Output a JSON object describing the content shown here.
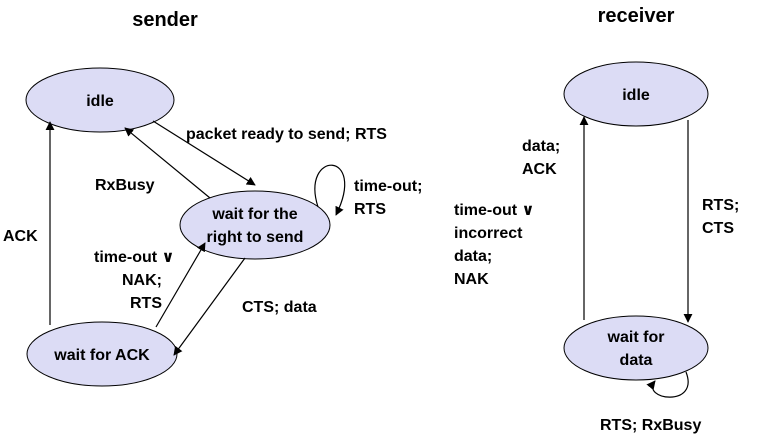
{
  "sender": {
    "title": "sender",
    "states": {
      "idle": "idle",
      "wait_send_line1": "wait for the",
      "wait_send_line2": "right to send",
      "wait_ack": "wait for ACK"
    },
    "transitions": {
      "packet_ready": "packet ready to send; RTS",
      "rxbusy": "RxBusy",
      "timeout_rts_line1": "time-out;",
      "timeout_rts_line2": "RTS",
      "ack": "ACK",
      "timeout_nak_line1": "time-out ∨",
      "timeout_nak_line2": "NAK;",
      "timeout_nak_line3": "RTS",
      "cts_data": "CTS; data"
    }
  },
  "receiver": {
    "title": "receiver",
    "states": {
      "idle": "idle",
      "wait_data_line1": "wait for",
      "wait_data_line2": "data"
    },
    "transitions": {
      "data_ack_line1": "data;",
      "data_ack_line2": "ACK",
      "timeout_line1": "time-out ∨",
      "timeout_line2": "incorrect",
      "timeout_line3": "data;",
      "timeout_line4": "NAK",
      "rts_cts_line1": "RTS;",
      "rts_cts_line2": "CTS",
      "rts_rxbusy": "RTS; RxBusy"
    }
  },
  "colors": {
    "state_fill": "#dcdcf5",
    "stroke": "#000000",
    "text": "#000000"
  }
}
